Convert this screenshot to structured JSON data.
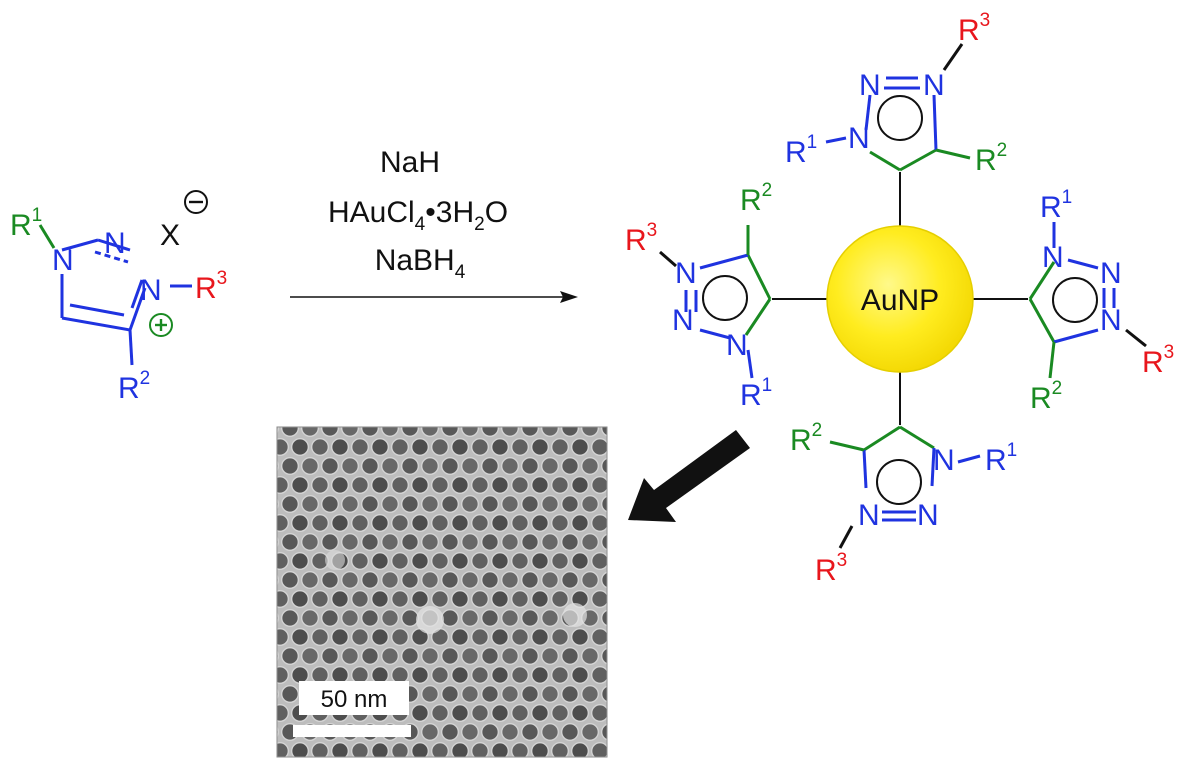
{
  "colors": {
    "blue": "#1f33e0",
    "green": "#1a8a22",
    "red": "#e8161c",
    "gold": "#ffe81a",
    "black": "#111111"
  },
  "atoms": {
    "n": "N",
    "r": "R",
    "s1": "1",
    "s2": "2",
    "s3": "3",
    "x": "X",
    "plus": "+",
    "minus": "−"
  },
  "reagents": {
    "line1": "NaH",
    "line2_pre": "HAuCl",
    "line2_sub": "4",
    "line2_mid": "•3H",
    "line2_sub2": "2",
    "line2_post": "O",
    "line3_pre": "NaBH",
    "line3_sub": "4"
  },
  "nanoparticle": {
    "label": "AuNP"
  },
  "tem_image": {
    "scale_bar_label": "50 nm"
  }
}
